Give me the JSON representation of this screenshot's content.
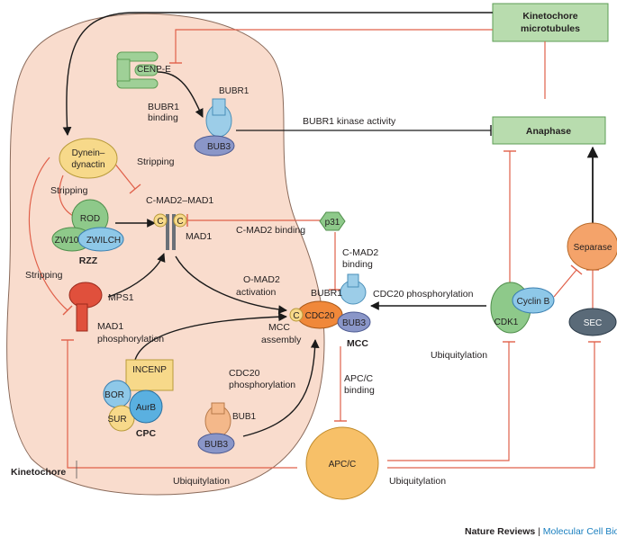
{
  "colors": {
    "kinetochore_fill": "#f9dccd",
    "kinetochore_stroke": "#8a6a5a",
    "green_box_fill": "#b8dcae",
    "green_box_stroke": "#5e9e55",
    "red_line": "#e0604a",
    "black_line": "#1a1a1a",
    "orange": "#f0883a",
    "blue": "#8ec8e8",
    "navy": "#8a96c8",
    "yellow": "#f7d98a",
    "green": "#8ec98a",
    "salmon": "#f4a36a",
    "grey": "#5a6a78",
    "red_node": "#e0503c",
    "footer_blue": "#1a7fbf"
  },
  "boxes": {
    "kinetochore_microtubules": "Kinetochore microtubules",
    "anaphase": "Anaphase"
  },
  "nodes": {
    "cenp_e": "CENP-E",
    "bubr1_top": "BUBR1",
    "bub3_top": "BUB3",
    "dynein_dynactin_1": "Dynein–",
    "dynein_dynactin_2": "dynactin",
    "rod": "ROD",
    "zw10": "ZW10",
    "zwilch": "ZWILCH",
    "rzz": "RZZ",
    "c_mad2_mad1": "C-MAD2–MAD1",
    "c1": "C",
    "c2": "C",
    "mad1": "MAD1",
    "p31": "p31",
    "mps1": "MPS1",
    "incenp": "INCENP",
    "bor": "BOR",
    "aurb": "AurB",
    "sur": "SUR",
    "cpc": "CPC",
    "bub1": "BUB1",
    "bub3_bottom": "BUB3",
    "bubr1_mcc": "BUBR1",
    "c_mcc": "C",
    "cdc20": "CDC20",
    "bub3_mcc": "BUB3",
    "mcc": "MCC",
    "apc_c": "APC/C",
    "cdk1": "CDK1",
    "cyclin_b": "Cyclin B",
    "separase": "Separase",
    "sec": "SEC",
    "kinetochore": "Kinetochore"
  },
  "edge_labels": {
    "bubr1_binding_1": "BUBR1",
    "bubr1_binding_2": "binding",
    "bubr1_kinase_activity": "BUBR1 kinase activity",
    "stripping_a": "Stripping",
    "stripping_b": "Stripping",
    "stripping_c": "Stripping",
    "c_mad2_binding_left": "C-MAD2 binding",
    "c_mad2_binding_right_1": "C-MAD2",
    "c_mad2_binding_right_2": "binding",
    "o_mad2_activation_1": "O-MAD2",
    "o_mad2_activation_2": "activation",
    "mad1_phos_1": "MAD1",
    "mad1_phos_2": "phosphorylation",
    "mcc_assembly_1": "MCC",
    "mcc_assembly_2": "assembly",
    "cdc20_phos_right": "CDC20 phosphorylation",
    "cdc20_phos_1": "CDC20",
    "cdc20_phos_2": "phosphorylation",
    "apc_binding_1": "APC/C",
    "apc_binding_2": "binding",
    "ubiquitylation_right": "Ubiquitylation",
    "ubiquitylation_bottom_left": "Ubiquitylation",
    "ubiquitylation_bottom_right": "Ubiquitylation"
  },
  "footer": {
    "journal": "Nature Reviews",
    "separator": " | ",
    "section": "Molecular Cell Biology"
  }
}
